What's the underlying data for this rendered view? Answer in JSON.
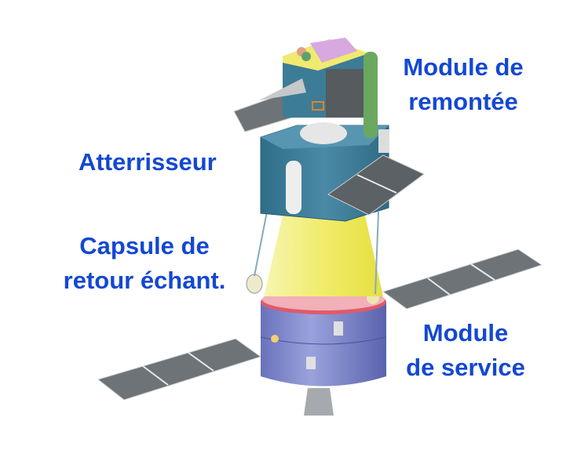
{
  "labels": {
    "ascender": [
      "Module de",
      "remontée"
    ],
    "lander": "Atterrisseur",
    "return_capsule": [
      "Capsule de",
      "retour échant."
    ],
    "service_module": [
      "Module",
      "de service"
    ]
  },
  "colors": {
    "label": "#1448d2",
    "lander": "#3f7f99",
    "capsule": "#f3f08a",
    "service": "#7d86cc"
  }
}
